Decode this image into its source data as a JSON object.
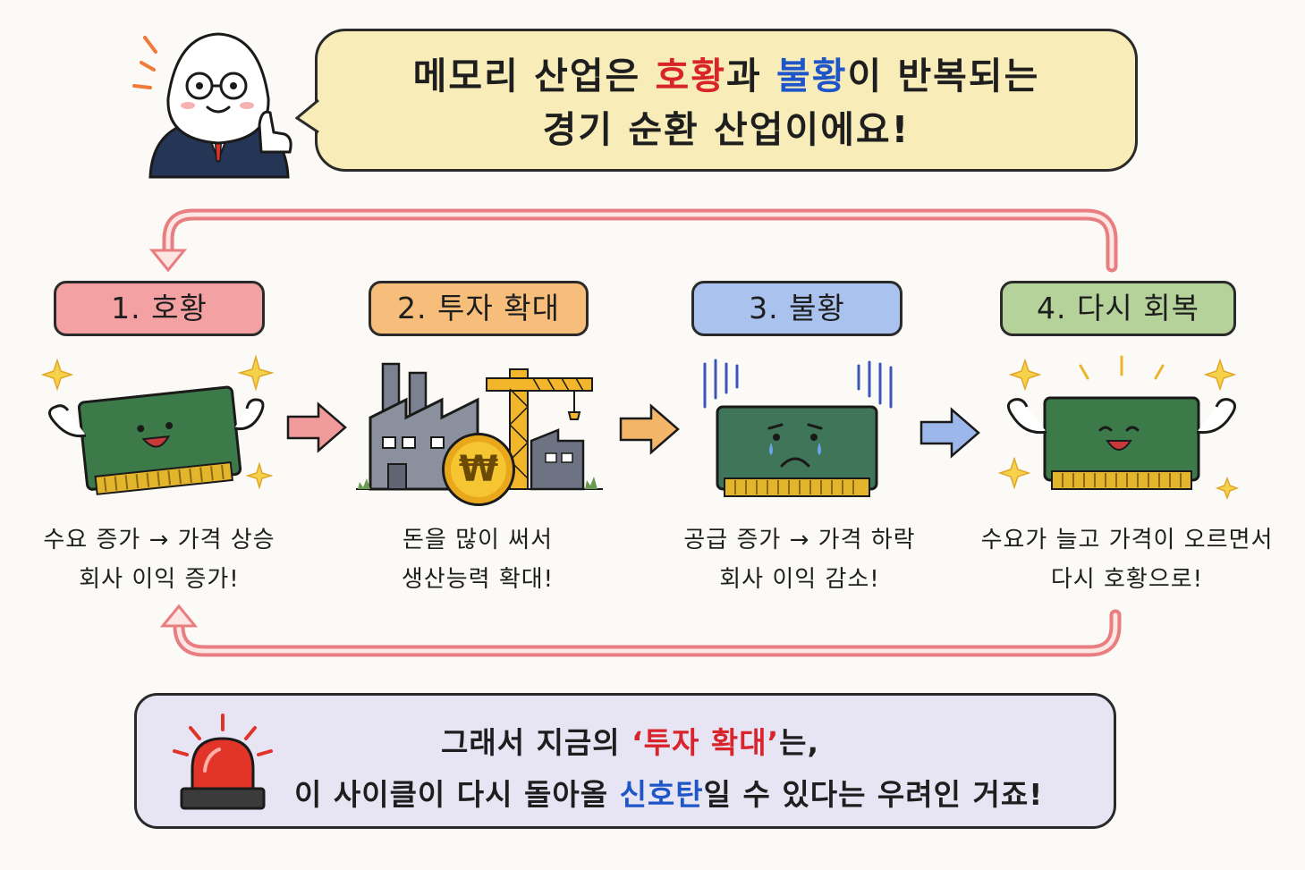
{
  "header": {
    "line1_part1": "메모리 산업은 ",
    "line1_highlight1": "호황",
    "line1_part2": "과 ",
    "line1_highlight2": "불황",
    "line1_part3": "이 반복되는",
    "line2": "경기 순환 산업이에요!"
  },
  "stages": [
    {
      "label": "1. 호황",
      "desc_line1": "수요 증가 → 가격 상승",
      "desc_line2": "회사 이익 증가!",
      "color": "#f4a1a3"
    },
    {
      "label": "2. 투자 확대",
      "desc_line1": "돈을 많이 써서",
      "desc_line2": "생산능력 확대!",
      "color": "#f6be7a"
    },
    {
      "label": "3. 불황",
      "desc_line1": "공급 증가 → 가격 하락",
      "desc_line2": "회사 이익 감소!",
      "color": "#a9c2ee"
    },
    {
      "label": "4. 다시 회복",
      "desc_line1": "수요가 늘고 가격이 오르면서",
      "desc_line2": "다시 호황으로!",
      "color": "#b5d29a"
    }
  ],
  "coin_symbol": "₩",
  "footer": {
    "line1_part1": "그래서 지금의 ",
    "line1_highlight": "‘투자 확대’",
    "line1_part2": "는,",
    "line2_part1": "이 사이클이 다시 돌아올 ",
    "line2_highlight": "신호탄",
    "line2_part2": "일 수 있다는 우려인 거죠!"
  },
  "icons": [
    "mascot-icon",
    "ram-happy-icon",
    "factory-crane-icon",
    "won-coin-icon",
    "ram-sad-icon",
    "ram-recovering-icon",
    "siren-icon",
    "sparkle-icon"
  ],
  "colors": {
    "cycle_arrow": "#e87e80",
    "arrow1": "#f09a9b",
    "arrow2": "#f2b56a",
    "arrow3": "#9cb7ec",
    "bubble": "#f8ecb8",
    "footer_box": "#e7e4f4",
    "ram_board": "#3d7a4a",
    "ram_gold": "#e3b52c"
  }
}
